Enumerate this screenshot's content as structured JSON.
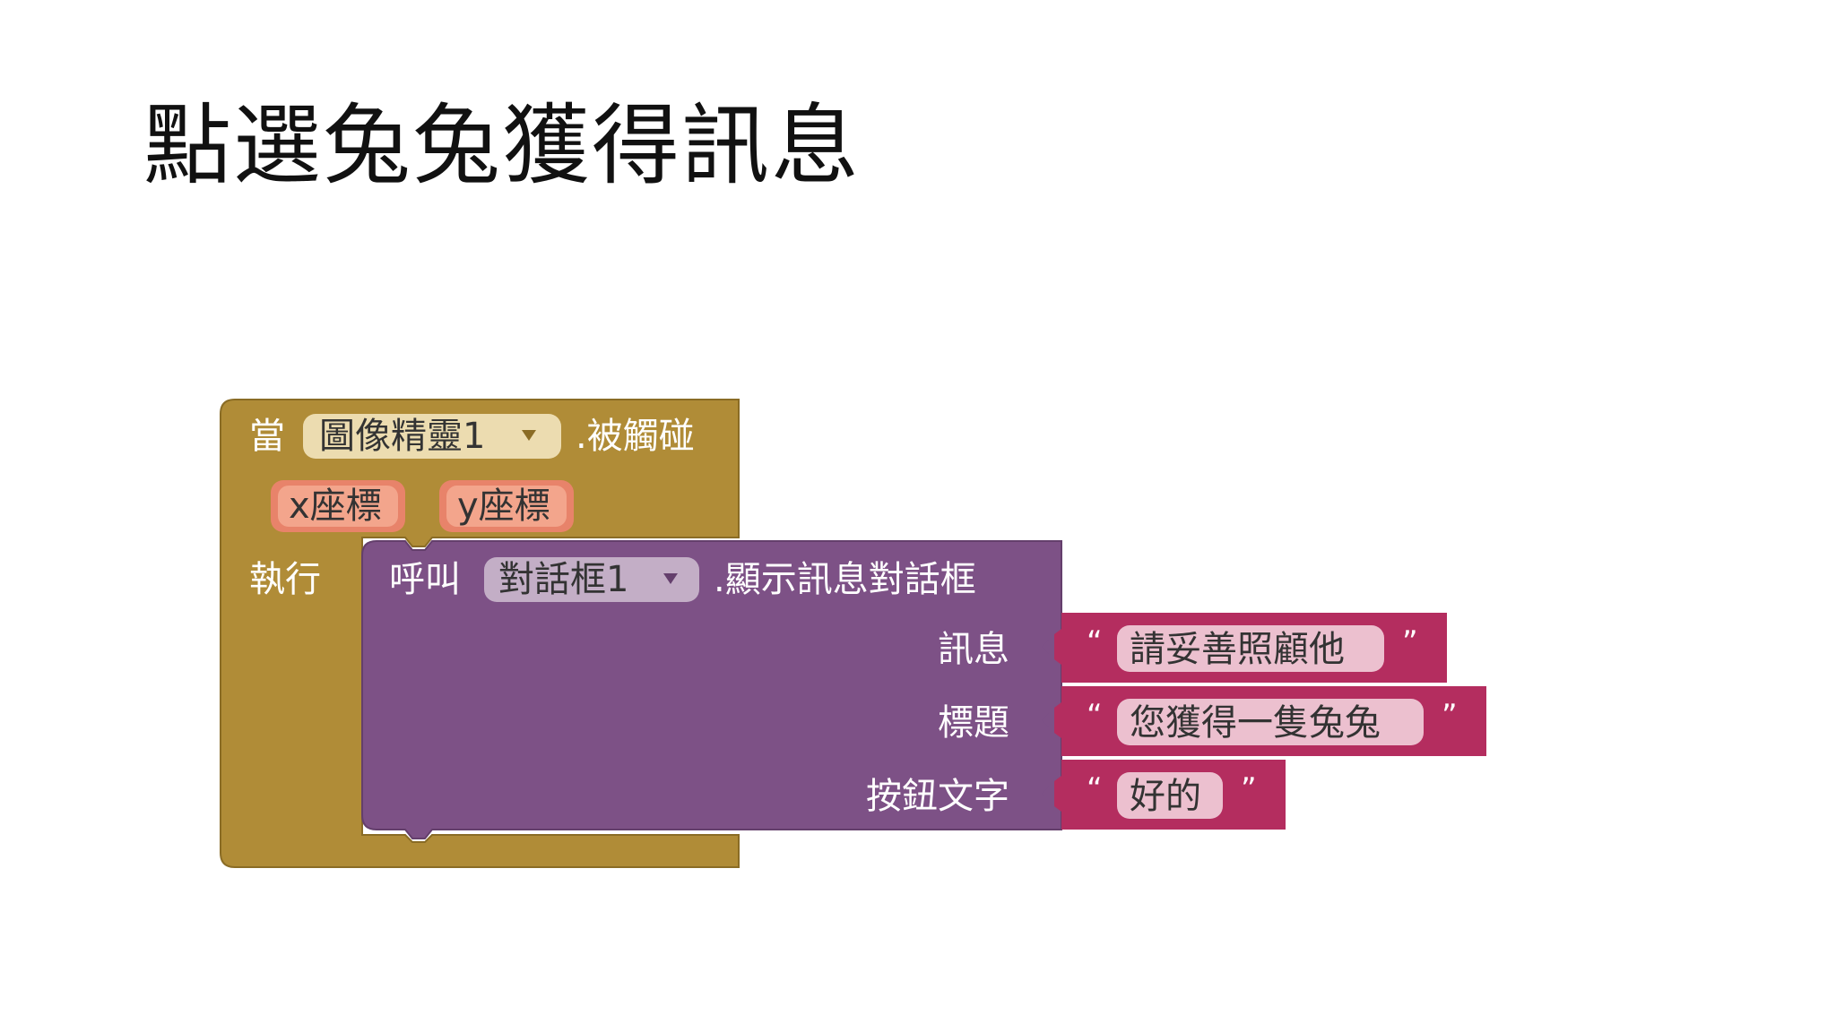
{
  "slide": {
    "title": "點選兔兔獲得訊息"
  },
  "colors": {
    "event_block": "#b08c37",
    "event_block_edge": "#8a6c25",
    "component_dropdown": "#ecdcb0",
    "param_chip": "#e8836a",
    "param_chip_inner": "#f3a58c",
    "call_block": "#7d5186",
    "call_block_edge": "#643f6c",
    "call_dropdown": "#c3aec6",
    "text_block": "#b42d5f",
    "text_field": "#ecc0cf",
    "label_white": "#ffffff",
    "label_dark": "#333333"
  },
  "event_block": {
    "when_label": "當",
    "component": "圖像精靈1",
    "event": ".被觸碰",
    "params": [
      "x座標",
      "y座標"
    ],
    "do_label": "執行"
  },
  "call_block": {
    "call_label": "呼叫",
    "component": "對話框1",
    "method": ".顯示訊息對話框",
    "args": [
      {
        "name": "訊息",
        "value": "請妥善照顧他"
      },
      {
        "name": "標題",
        "value": "您獲得一隻兔兔"
      },
      {
        "name": "按鈕文字",
        "value": "好的"
      }
    ]
  },
  "text_quotes": {
    "open": "“",
    "close": "”"
  },
  "icons": {
    "dropdown": "triangle-down-icon"
  }
}
